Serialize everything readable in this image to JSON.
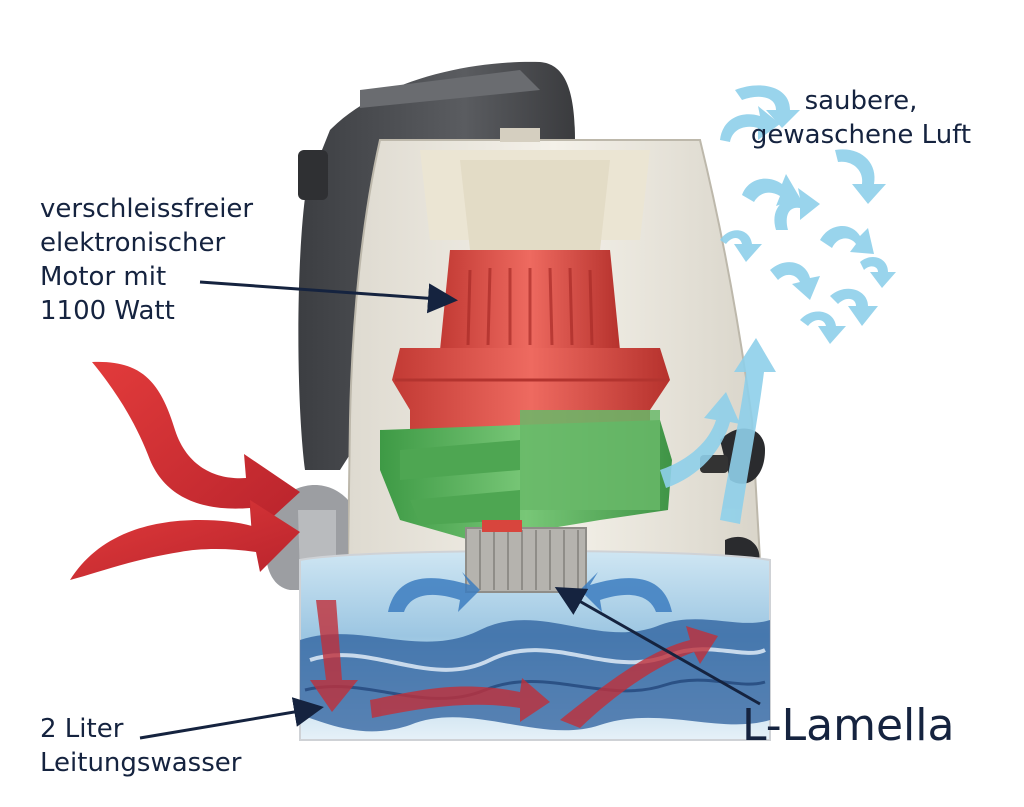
{
  "labels": {
    "motor": "verschleissfreier\nelektronischer\nMotor mit\n1100 Watt",
    "air": "saubere,\ngewaschene Luft",
    "water": "2 Liter\nLeitungswasser",
    "lamella": "L-Lamella"
  },
  "colors": {
    "text": "#15233f",
    "housing_dark": "#4a4c50",
    "housing_light": "#ece8dc",
    "motor_red": "#e0473f",
    "fan_green": "#5cb85a",
    "water_blue": "#2a5d9c",
    "airflow_in": "#d8323a",
    "airflow_out": "#8fd0ea"
  }
}
